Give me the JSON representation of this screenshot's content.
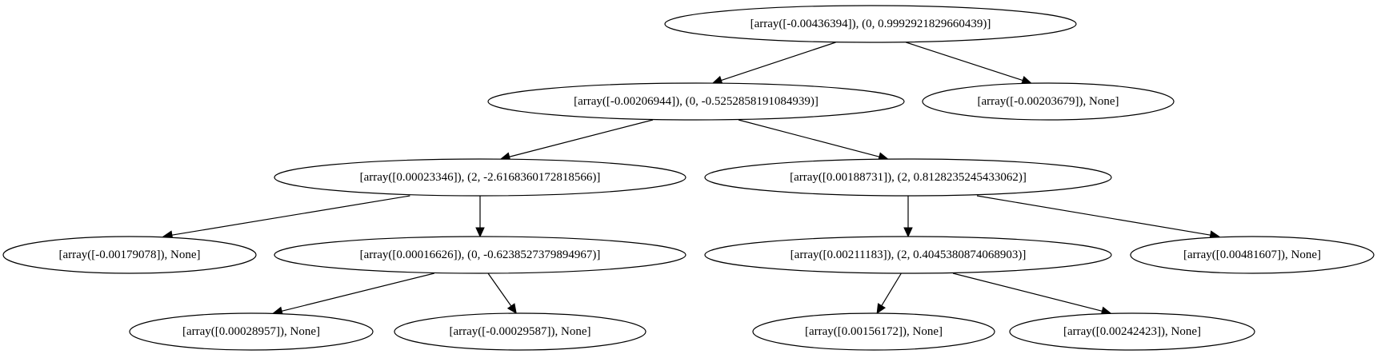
{
  "nodes": [
    {
      "id": "n0",
      "label": "[array([-0.00436394]), (0, 0.9992921829660439)]"
    },
    {
      "id": "n1",
      "label": "[array([-0.00206944]), (0, -0.5252858191084939)]"
    },
    {
      "id": "n2",
      "label": "[array([-0.00203679]), None]"
    },
    {
      "id": "n3",
      "label": "[array([0.00023346]), (2, -2.6168360172818566)]"
    },
    {
      "id": "n4",
      "label": "[array([0.00188731]), (2, 0.8128235245433062)]"
    },
    {
      "id": "n5",
      "label": "[array([-0.00179078]), None]"
    },
    {
      "id": "n6",
      "label": "[array([0.00016626]), (0, -0.6238527379894967)]"
    },
    {
      "id": "n7",
      "label": "[array([0.00211183]), (2, 0.4045380874068903)]"
    },
    {
      "id": "n8",
      "label": "[array([0.00481607]), None]"
    },
    {
      "id": "n9",
      "label": "[array([0.00028957]), None]"
    },
    {
      "id": "n10",
      "label": "[array([-0.00029587]), None]"
    },
    {
      "id": "n11",
      "label": "[array([0.00156172]), None]"
    },
    {
      "id": "n12",
      "label": "[array([0.00242423]), None]"
    }
  ],
  "edges": [
    {
      "from": "n0",
      "to": "n1"
    },
    {
      "from": "n0",
      "to": "n2"
    },
    {
      "from": "n1",
      "to": "n3"
    },
    {
      "from": "n1",
      "to": "n4"
    },
    {
      "from": "n3",
      "to": "n5"
    },
    {
      "from": "n3",
      "to": "n6"
    },
    {
      "from": "n4",
      "to": "n7"
    },
    {
      "from": "n4",
      "to": "n8"
    },
    {
      "from": "n6",
      "to": "n9"
    },
    {
      "from": "n6",
      "to": "n10"
    },
    {
      "from": "n7",
      "to": "n11"
    },
    {
      "from": "n7",
      "to": "n12"
    }
  ]
}
